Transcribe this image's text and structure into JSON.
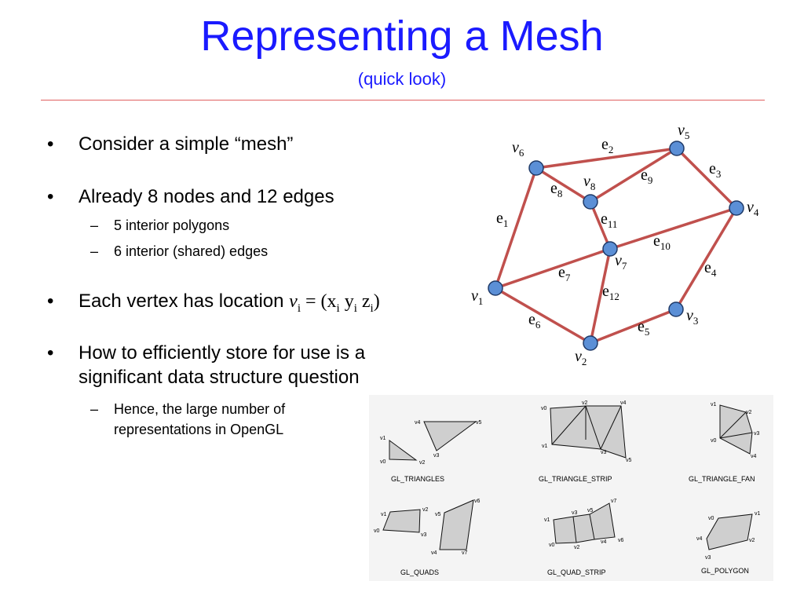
{
  "title": "Representing a Mesh",
  "subtitle": "(quick look)",
  "bullets": {
    "b1": "Consider a simple “mesh”",
    "b2": "Already 8 nodes and 12 edges",
    "b2_sub1": "5 interior polygons",
    "b2_sub2": "6 interior (shared) edges",
    "b3_prefix": "Each vertex has location",
    "b3_formula": "v_i = (x_i y_i z_i)",
    "b4_line1": "How to efficiently store for use is a",
    "b4_line2": "significant data structure question",
    "b4_sub1_line1": "Hence, the large number of",
    "b4_sub1_line2": "representations in OpenGL"
  },
  "mesh": {
    "node_color": "#5b8fd6",
    "edge_color": "#c0504d",
    "vertices": [
      "v1",
      "v2",
      "v3",
      "v4",
      "v5",
      "v6",
      "v7",
      "v8"
    ],
    "edges": [
      "e1",
      "e2",
      "e3",
      "e4",
      "e5",
      "e6",
      "e7",
      "e8",
      "e9",
      "e10",
      "e11",
      "e12"
    ]
  },
  "opengl_primitives": {
    "labels": [
      "GL_TRIANGLES",
      "GL_TRIANGLE_STRIP",
      "GL_TRIANGLE_FAN",
      "GL_QUADS",
      "GL_QUAD_STRIP",
      "GL_POLYGON"
    ]
  }
}
